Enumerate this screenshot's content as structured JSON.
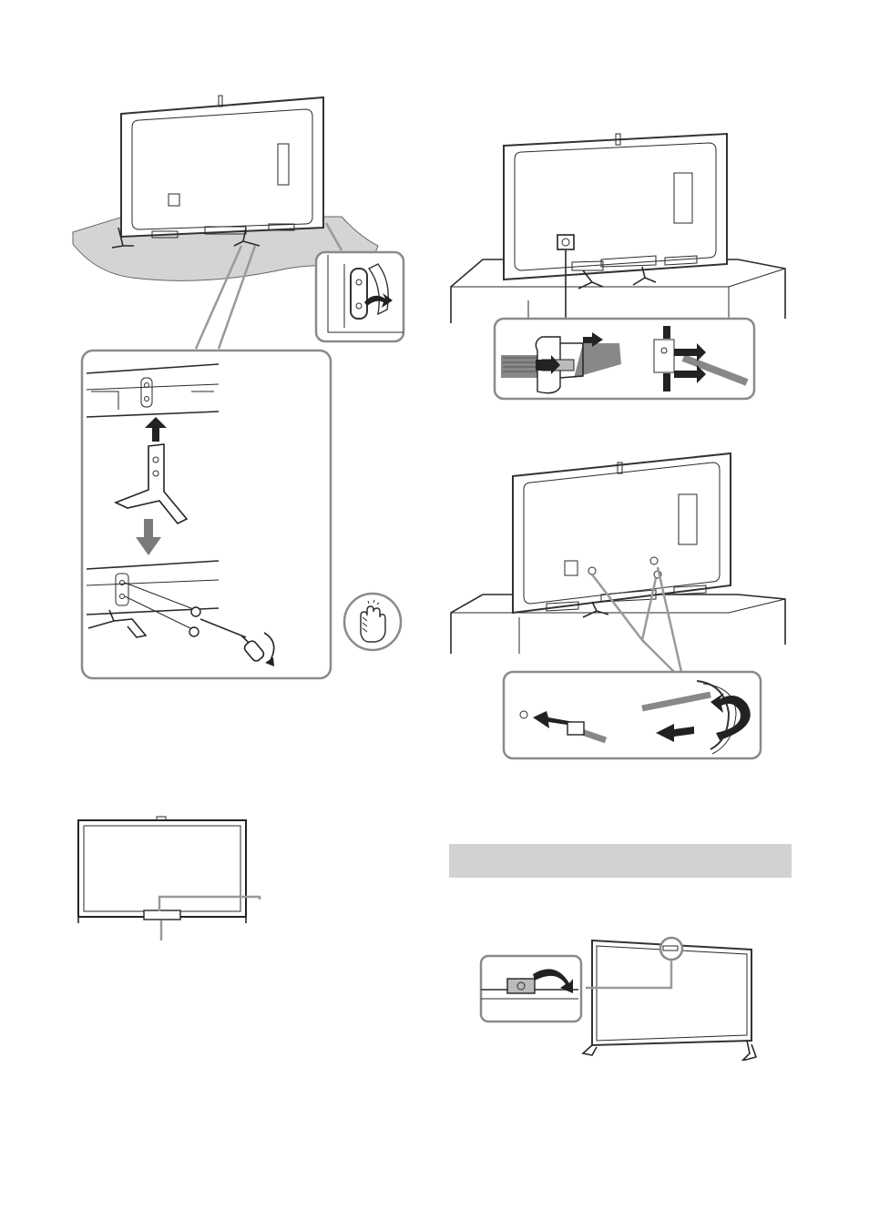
{
  "page": {
    "background": "#ffffff",
    "banner_color": "#d2d2d2",
    "callout_border_color": "#8a8a8a",
    "line_color": "#2a2a2a"
  },
  "figures": {
    "stand_removal": {
      "icon": "tv-stand-detach-illustration"
    },
    "hand_tighten": {
      "icon": "hand-tighten-icon"
    },
    "cable_clip": {
      "icon": "cable-holder-illustration"
    },
    "cable_binding": {
      "icon": "cable-binding-illustration"
    },
    "tv_front": {
      "icon": "tv-front-illustration"
    },
    "camera_flip": {
      "icon": "camera-flip-illustration"
    }
  }
}
